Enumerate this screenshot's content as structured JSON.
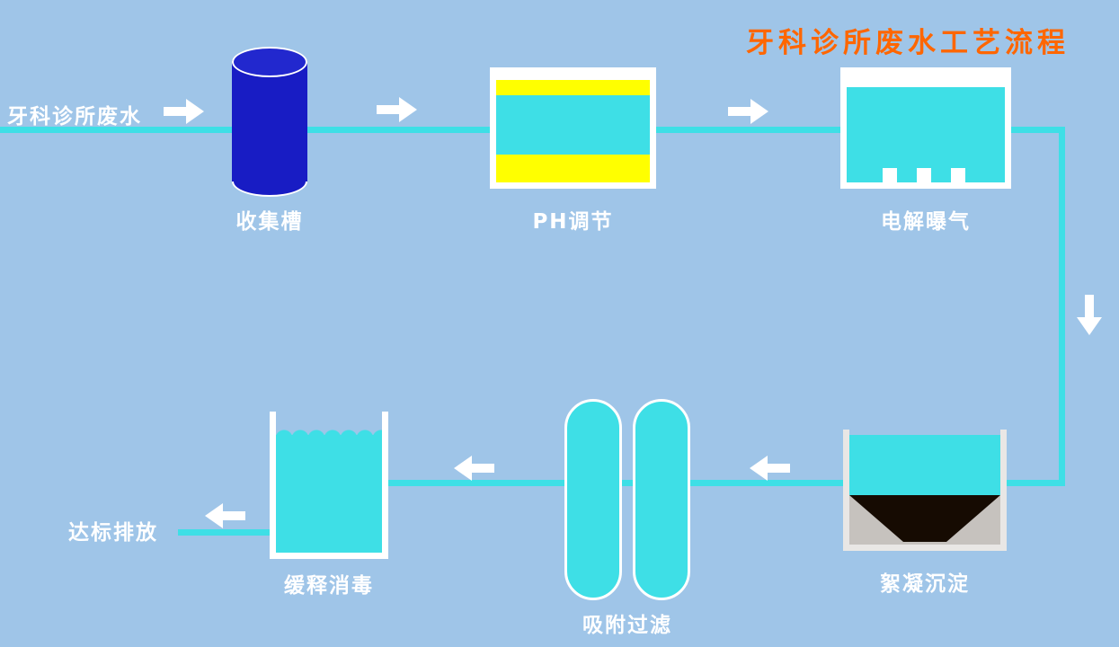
{
  "title": "牙科诊所废水工艺流程",
  "colors": {
    "background": "#9FC5E8",
    "pipe_cyan": "#3EDFE6",
    "tank_fill_cyan": "#3EDFE6",
    "ph_yellow": "#FFFF00",
    "cylinder_blue": "#181CC4",
    "title_orange": "#FF6600",
    "sediment_dark": "#160B02",
    "sediment_gray": "#C6C2BE",
    "label_white": "#FFFFFF"
  },
  "nodes": [
    {
      "id": "influent",
      "label": "牙科诊所废水",
      "type": "text"
    },
    {
      "id": "collection-tank",
      "label": "收集槽",
      "type": "cylinder"
    },
    {
      "id": "ph-adjust-tank",
      "label": "PH调节",
      "type": "tank"
    },
    {
      "id": "electrolysis-aeration-tank",
      "label": "电解曝气",
      "type": "tank"
    },
    {
      "id": "flocculation-sedimentation-tank",
      "label": "絮凝沉淀",
      "type": "tank"
    },
    {
      "id": "adsorption-filter-columns",
      "label": "吸附过滤",
      "type": "columns"
    },
    {
      "id": "slow-release-disinfection-tank",
      "label": "缓释消毒",
      "type": "tank"
    },
    {
      "id": "effluent",
      "label": "达标排放",
      "type": "text"
    }
  ],
  "connections": [
    {
      "from": "牙科诊所废水",
      "to": "收集槽",
      "direction": "right"
    },
    {
      "from": "收集槽",
      "to": "PH调节",
      "direction": "right"
    },
    {
      "from": "PH调节",
      "to": "电解曝气",
      "direction": "right"
    },
    {
      "from": "电解曝气",
      "to": "絮凝沉淀",
      "direction": "down"
    },
    {
      "from": "絮凝沉淀",
      "to": "吸附过滤",
      "direction": "left"
    },
    {
      "from": "吸附过滤",
      "to": "缓释消毒",
      "direction": "left"
    },
    {
      "from": "缓释消毒",
      "to": "达标排放",
      "direction": "left"
    }
  ]
}
